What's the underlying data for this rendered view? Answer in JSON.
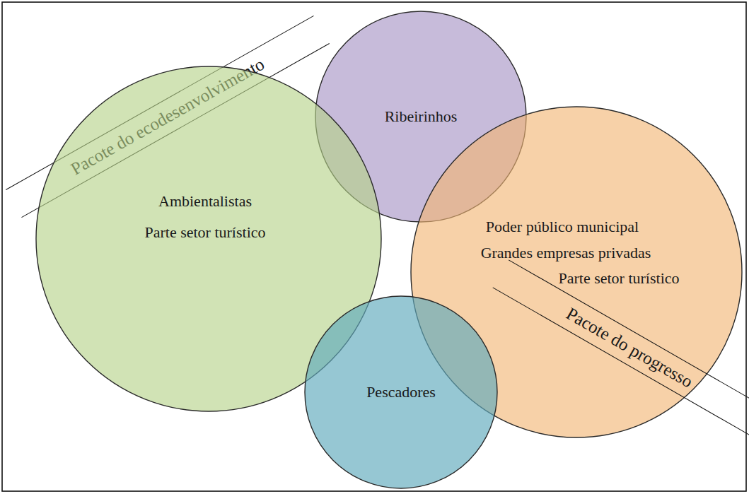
{
  "diagram": {
    "nodes": [
      {
        "text": [
          "Pacote do ecodesenvolvimento"
        ]
      },
      {
        "text": [
          "Ribeirinhos"
        ]
      },
      {
        "text": [
          "Ambientalistas",
          "Parte setor turístico"
        ]
      },
      {
        "text": [
          "Poder público municipal",
          "Grandes empresas privadas",
          "Parte setor turístico"
        ]
      },
      {
        "text": [
          "Pacote do progresso"
        ]
      },
      {
        "text": [
          "Pescadores"
        ]
      }
    ]
  }
}
